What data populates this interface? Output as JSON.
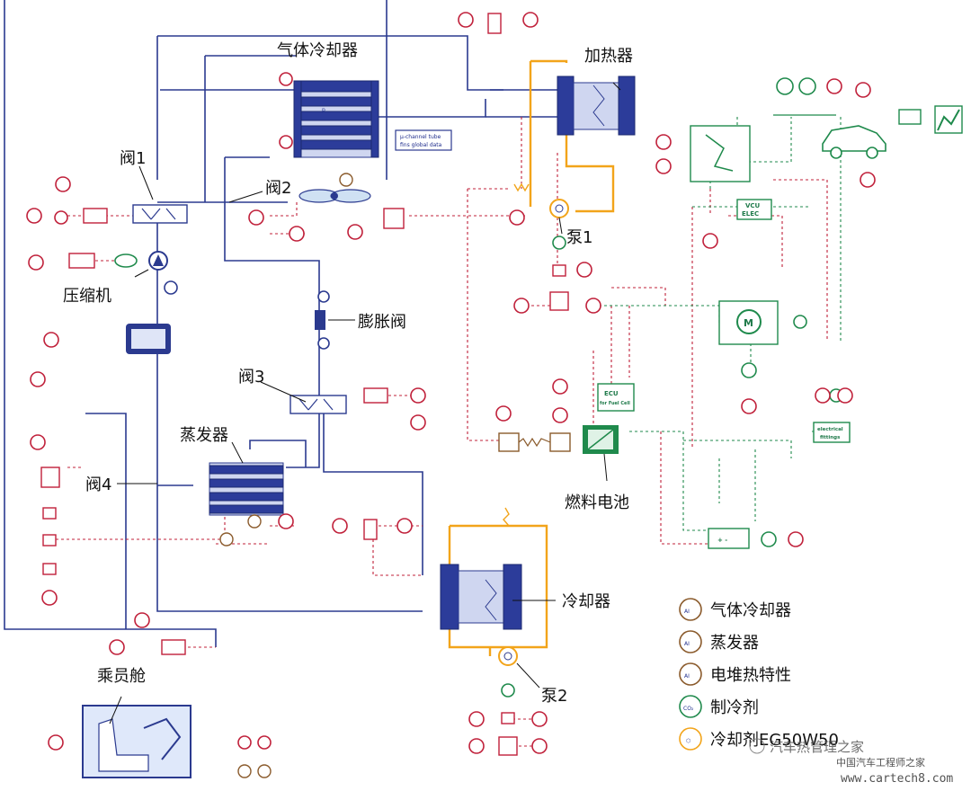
{
  "labels": {
    "gas_cooler": "气体冷却器",
    "heater": "加热器",
    "valve1": "阀1",
    "valve2": "阀2",
    "valve3": "阀3",
    "valve4": "阀4",
    "compressor": "压缩机",
    "expansion_valve": "膨胀阀",
    "pump1": "泵1",
    "pump2": "泵2",
    "evaporator": "蒸发器",
    "fuel_cell": "燃料电池",
    "cooler": "冷却器",
    "cabin": "乘员舱"
  },
  "small_text": {
    "uchannel_line1": "μ-channel tube",
    "uchannel_line2": "fins global data",
    "vcu_line1": "VCU",
    "vcu_line2": "ELEC",
    "ecu_line1": "ECU",
    "ecu_line2": "for Fuel Cell",
    "fittings_line1": "electrical",
    "fittings_line2": "fittings"
  },
  "legend": [
    {
      "symbol": "AI",
      "label": "气体冷却器",
      "color": "#8a5a2b"
    },
    {
      "symbol": "AI",
      "label": "蒸发器",
      "color": "#8a5a2b"
    },
    {
      "symbol": "AI",
      "label": "电堆热特性",
      "color": "#8a5a2b"
    },
    {
      "symbol": "CO₂",
      "label": "制冷剂",
      "color": "#1f8a4c"
    },
    {
      "symbol": "⬡",
      "label": "冷却剂EG50W50",
      "color": "#f2a41a"
    }
  ],
  "watermark": {
    "line1": "汽车热管理之家",
    "line2": "中国汽车工程师之家",
    "line3": "www.cartech8.com"
  },
  "colors": {
    "refrigerant_line": "#2b3a8f",
    "coolant_line": "#f2a41a",
    "signal_red": "#c0203a",
    "signal_green": "#1f8a4c",
    "thermal_brown": "#8a5a2b"
  }
}
